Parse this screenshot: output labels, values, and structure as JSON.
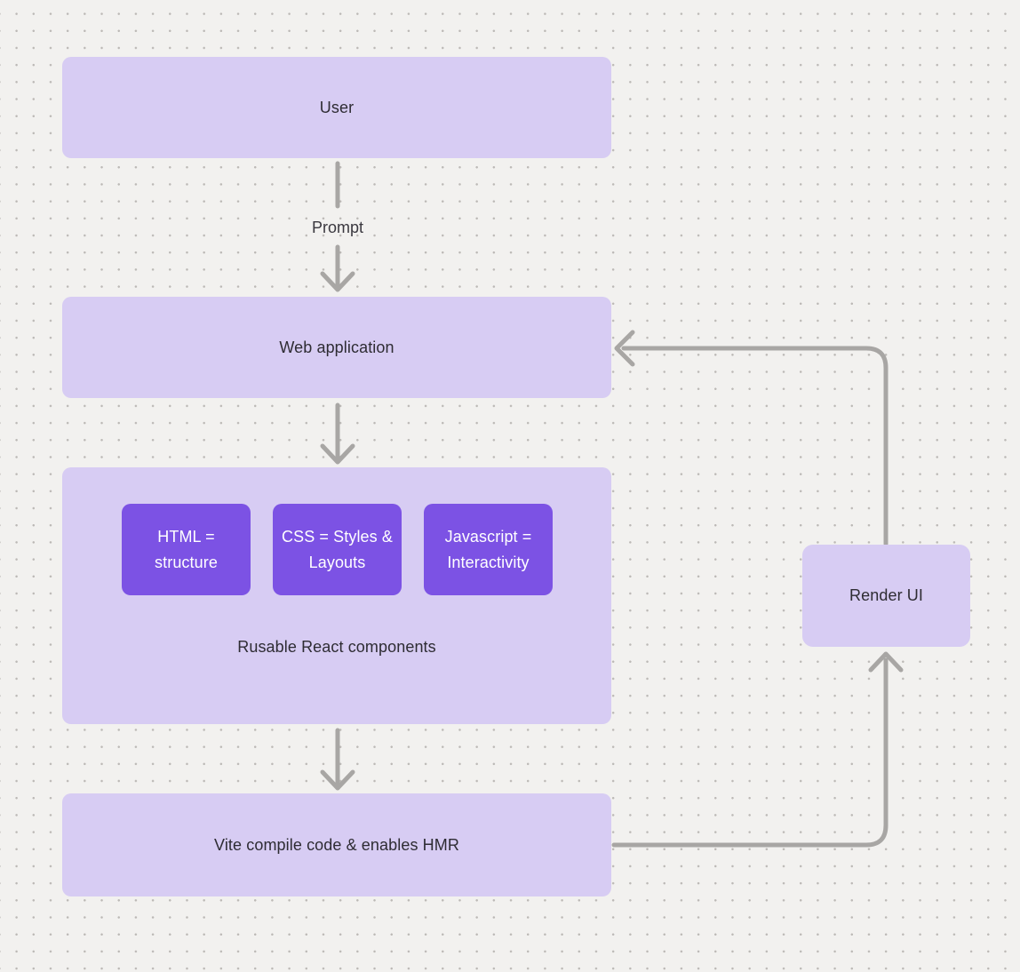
{
  "diagram": {
    "nodes": {
      "user": {
        "label": "User"
      },
      "web_application": {
        "label": "Web application"
      },
      "components_group": {
        "label": "Rusable React components",
        "chips": [
          {
            "label": "HTML = structure"
          },
          {
            "label": "CSS = Styles & Layouts"
          },
          {
            "label": "Javascript = Interactivity"
          }
        ]
      },
      "vite": {
        "label": "Vite compile code & enables HMR"
      },
      "render_ui": {
        "label": "Render UI"
      }
    },
    "edges": [
      {
        "from": "user",
        "to": "web_application",
        "label": "Prompt"
      },
      {
        "from": "web_application",
        "to": "components_group",
        "label": ""
      },
      {
        "from": "components_group",
        "to": "vite",
        "label": ""
      },
      {
        "from": "vite",
        "to": "render_ui",
        "label": ""
      },
      {
        "from": "render_ui",
        "to": "web_application",
        "label": ""
      }
    ],
    "colors": {
      "background": "#f2f1ef",
      "grid_dot": "#bcb9b6",
      "node_fill": "#d7ccf3",
      "chip_fill": "#7c52e4",
      "chip_text": "#ffffff",
      "node_text": "#2e2c33",
      "connector": "#a8a6a4"
    }
  }
}
